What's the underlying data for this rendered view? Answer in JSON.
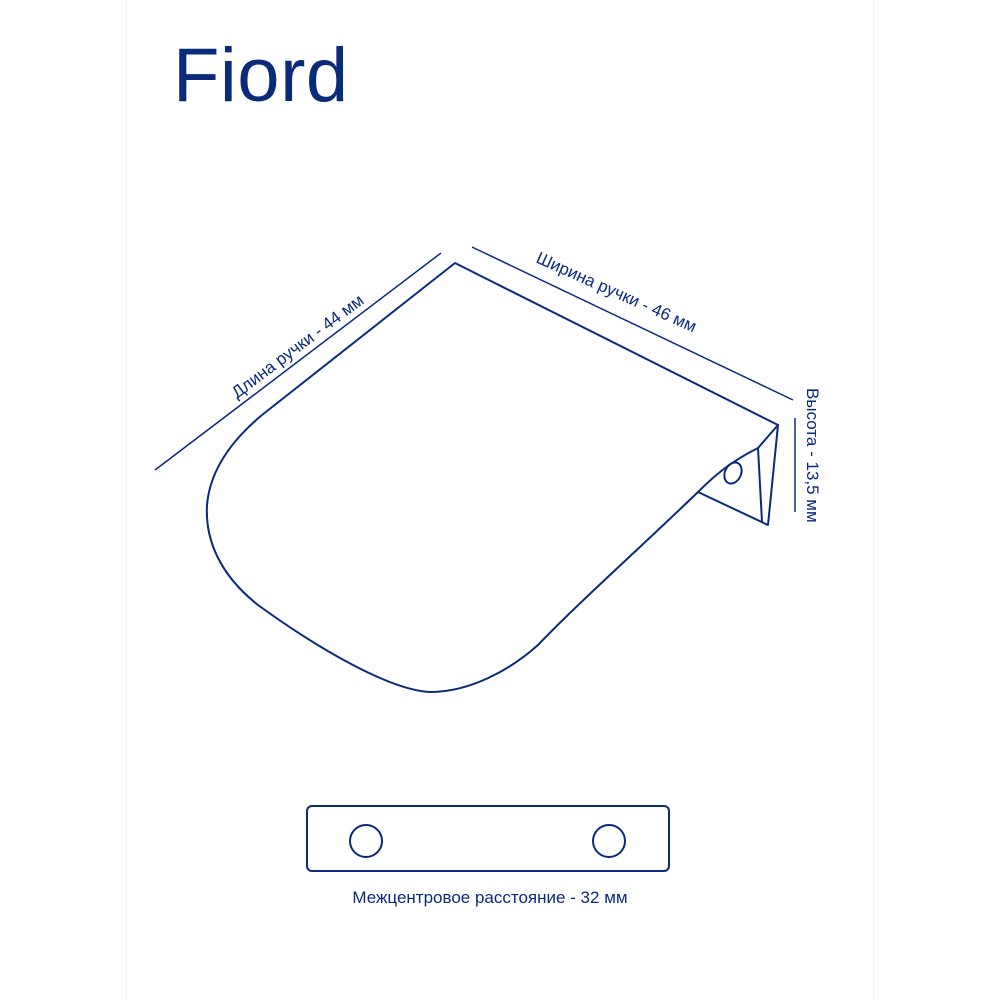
{
  "title": "Fiord",
  "dimensions": {
    "length_label": "Длина ручки - 44 мм",
    "width_label": "Ширина ручки - 46 мм",
    "height_label": "Высота - 13,5 мм",
    "spacing_label": "Межцентровое расстояние - 32 мм"
  },
  "colors": {
    "ink": "#0a2a7a",
    "background": "#ffffff"
  }
}
